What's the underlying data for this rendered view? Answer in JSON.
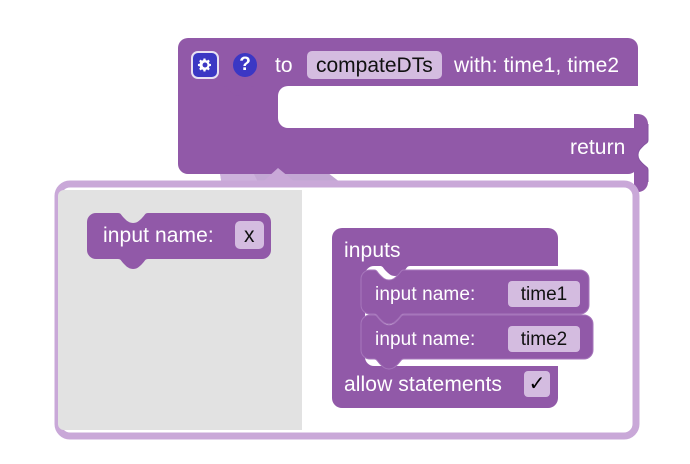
{
  "app": {
    "context": "blockly-procedure-block-with-mutator"
  },
  "colors": {
    "block_purple": "#9159a8",
    "block_purple_dark": "#7e4c95",
    "field_lavender": "#d4bce0",
    "beam_lavender": "#c3a7d4",
    "bubble_border": "#c9a8d8",
    "bubble_background": "#ffffff",
    "flyout_background": "#e2e2e2",
    "icon_blue": "#3b37c4",
    "page_background": "#ffffff"
  },
  "main_block": {
    "gear_icon": "gear-icon",
    "help_icon": "question-mark-icon",
    "to_label": "to",
    "name_field_value": "compateDTs",
    "with_label": "with: time1, time2",
    "return_label": "return"
  },
  "mutator_bubble": {
    "flyout": {
      "blocks": [
        {
          "label": "input name:",
          "field_value": "x"
        }
      ]
    },
    "workspace": {
      "container_block": {
        "title": "inputs",
        "children": [
          {
            "label": "input name:",
            "field_value": "time1"
          },
          {
            "label": "input name:",
            "field_value": "time2"
          }
        ],
        "allow_statements_label": "allow statements",
        "allow_statements_checked": "✓"
      }
    }
  }
}
